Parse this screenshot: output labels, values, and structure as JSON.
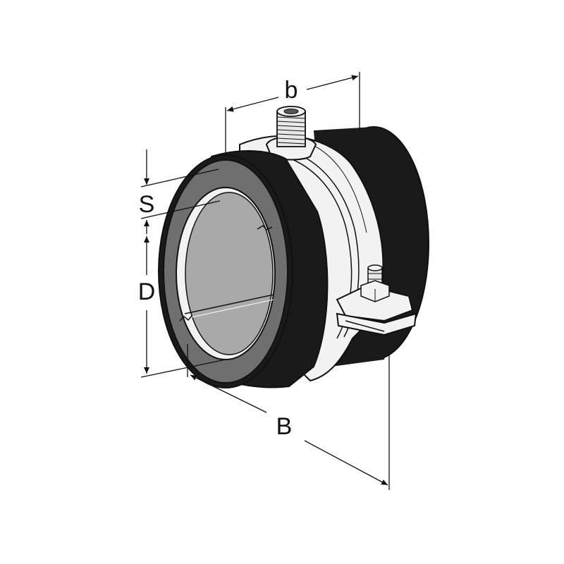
{
  "diagram": {
    "labels": {
      "b": "b",
      "S": "S",
      "D": "D",
      "B": "B"
    },
    "colors": {
      "ink": "#111111",
      "rubber": "#1a1a1a",
      "ring_face": "#6f6f6f",
      "bore": "#a9a9a9",
      "metal": "#f2f2f2",
      "background": "#ffffff"
    }
  }
}
